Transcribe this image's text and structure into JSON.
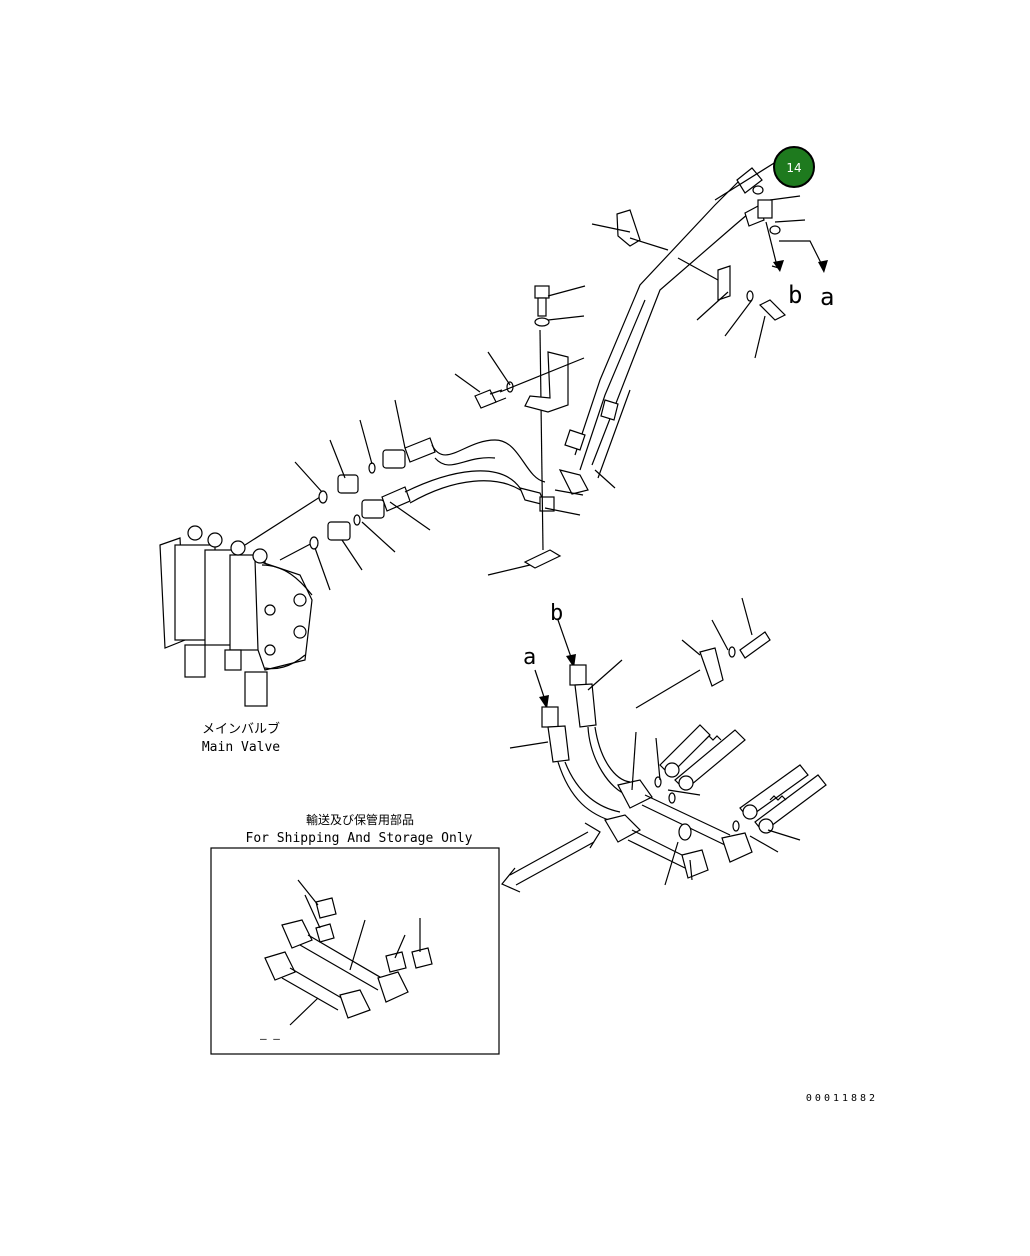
{
  "labels": {
    "main_valve_jp": "メインバルブ",
    "main_valve_en": "Main Valve",
    "shipping_jp": "輸送及び保管用部品",
    "shipping_en": "For Shipping And Storage Only",
    "marker_a_top": "a",
    "marker_b_top": "b",
    "marker_a_low": "a",
    "marker_b_low": "b",
    "dash_note": "– –",
    "drawing_number": "00011882"
  },
  "callout": {
    "number": "14",
    "color": "#1e7a1e"
  }
}
